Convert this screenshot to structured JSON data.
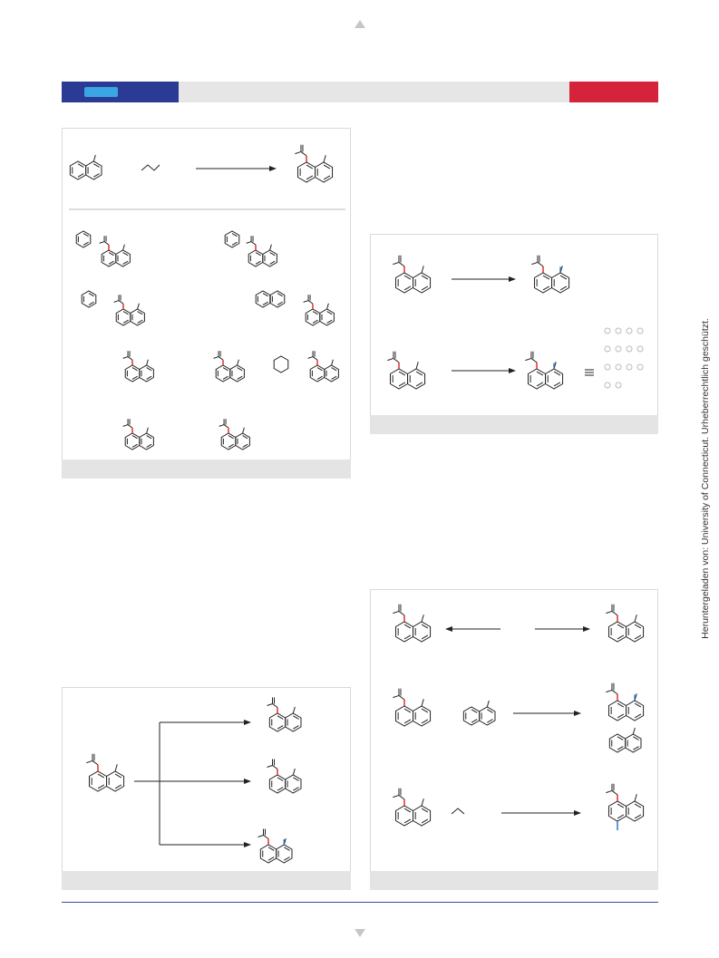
{
  "watermark_text": "Heruntergeladen von: University of Connecticut. Urheberrechtlich geschützt.",
  "colors": {
    "header_blue": "#2b3a95",
    "header_pill": "#3aa6e3",
    "header_grey": "#e6e6e6",
    "header_red": "#d4233a",
    "bond_new": "#e02020",
    "bond_blue": "#1f6fc4"
  },
  "icons": [
    "nav-up-arrow",
    "nav-down-arrow",
    "equivalence-sign"
  ],
  "scheme1": {
    "caption": ""
  },
  "scheme2": {
    "caption": ""
  },
  "scheme3": {
    "caption": ""
  },
  "scheme4": {
    "caption": ""
  }
}
